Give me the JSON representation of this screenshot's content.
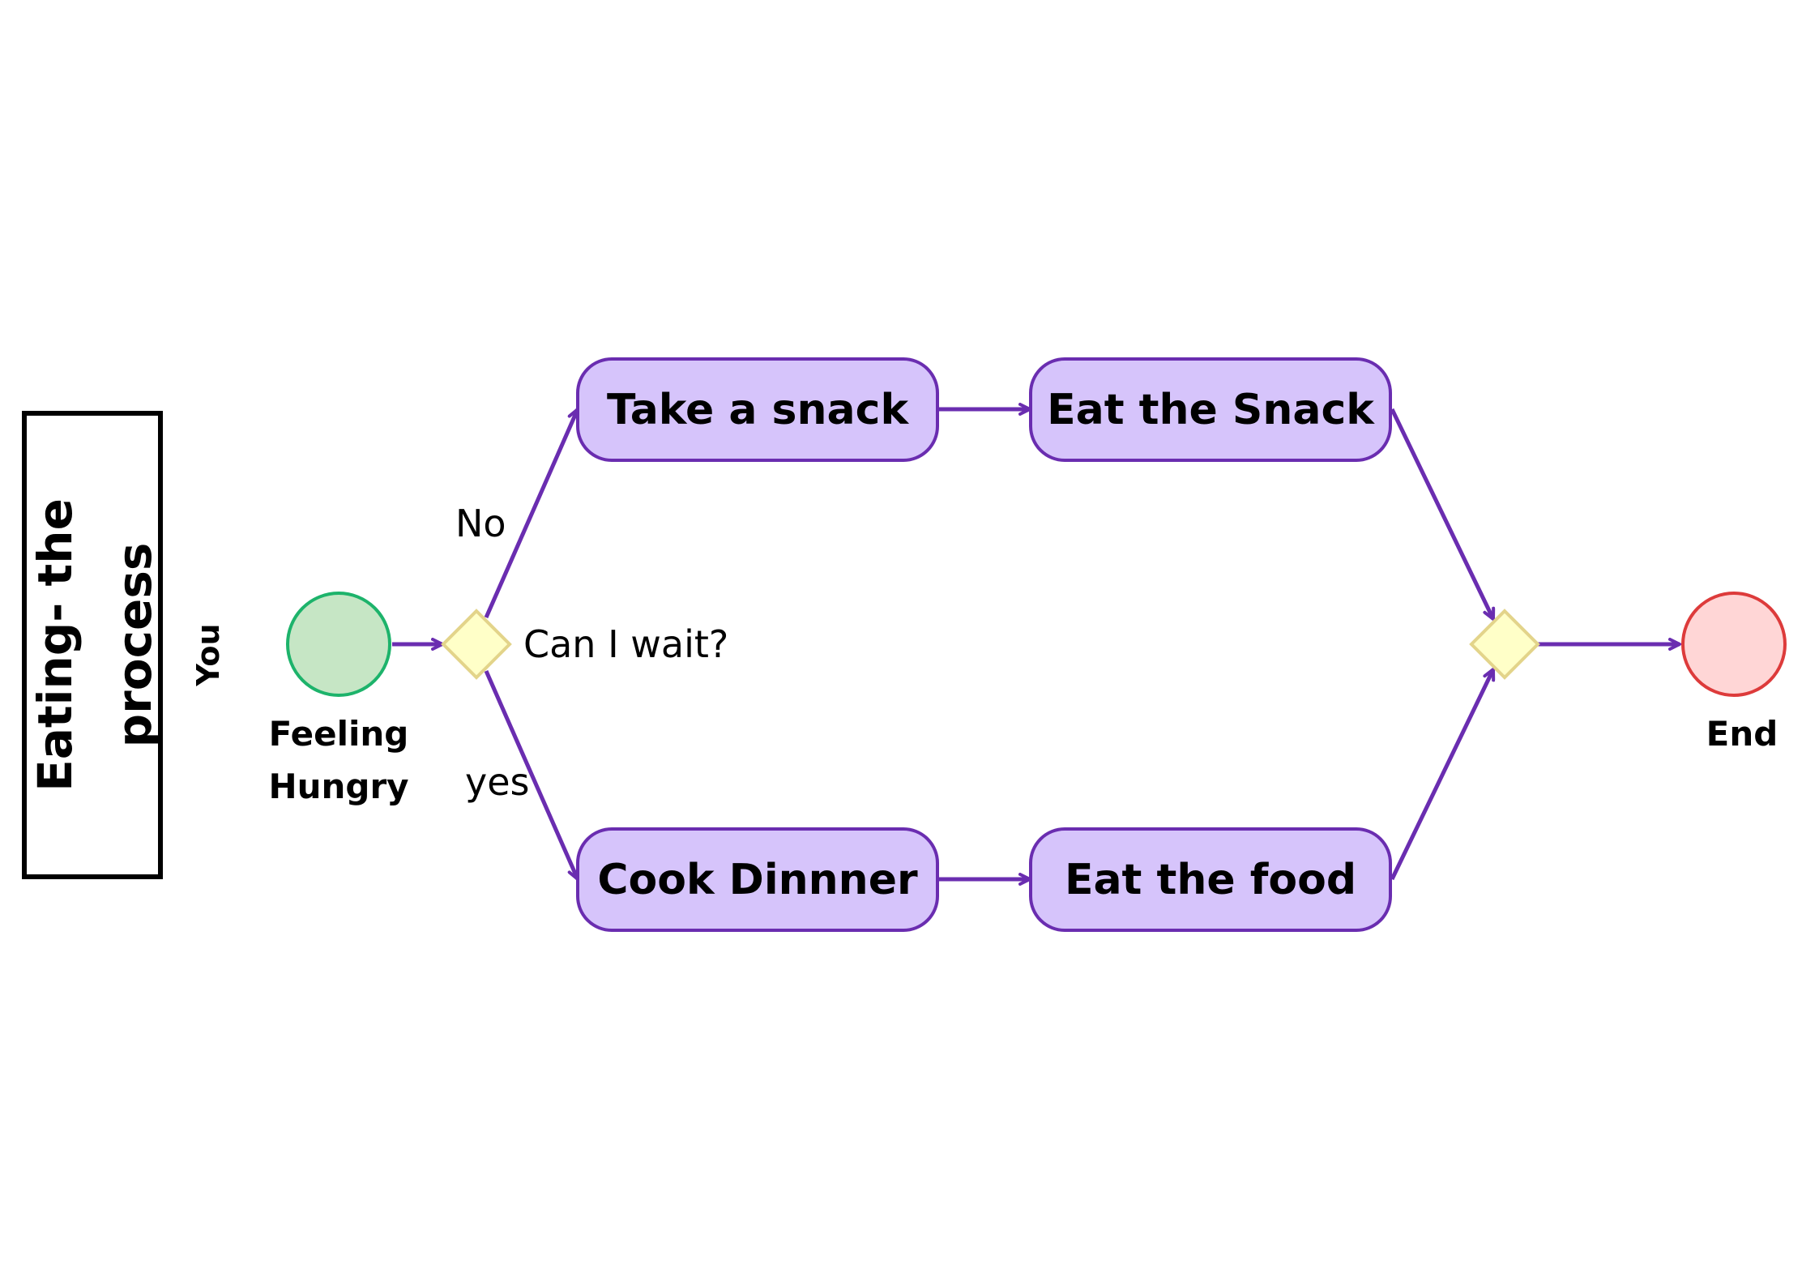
{
  "title": {
    "line1": "Eating- the",
    "line2": "process"
  },
  "lane": {
    "label": "You"
  },
  "start_event": {
    "label_line1": "Feeling",
    "label_line2": "Hungry"
  },
  "decision": {
    "question": "Can I wait?",
    "branch_no": "No",
    "branch_yes": "yes"
  },
  "tasks": {
    "take_snack": "Take a snack",
    "eat_snack": "Eat the Snack",
    "cook_dinner": "Cook Dinnner",
    "eat_food": "Eat the food"
  },
  "end_event": {
    "label": "End"
  },
  "colors": {
    "task_fill": "#D6C4FB",
    "task_stroke": "#6A2DB0",
    "arrow": "#6A2DB0",
    "start_fill": "#C6E6C5",
    "start_stroke": "#1DB36B",
    "gateway_fill": "#FFFFC8",
    "gateway_stroke": "#E3D48A",
    "end_fill": "#FFD6D6",
    "end_stroke": "#DD3B3B",
    "title_border": "#000000"
  }
}
